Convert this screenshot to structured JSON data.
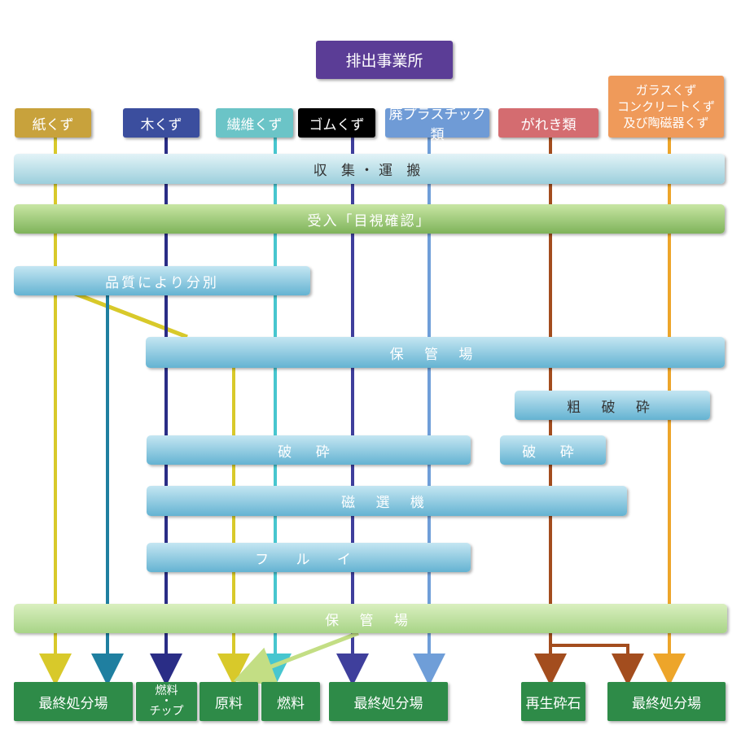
{
  "title": "排出事業所",
  "sources": [
    {
      "label": "紙くず",
      "color": "#c8a23c"
    },
    {
      "label": "木くず",
      "color": "#3b4e9e"
    },
    {
      "label": "繊維くず",
      "color": "#6bc4c7"
    },
    {
      "label": "ゴムくず",
      "color": "#000000"
    },
    {
      "label": "廃プラスチック類",
      "color": "#6f9bd6"
    },
    {
      "label": "がれき類",
      "color": "#d46c70"
    },
    {
      "label": "ガラスくず\nコンクリートくず\n及び陶磁器くず",
      "color": "#ef9a5a"
    }
  ],
  "process": {
    "collect": "収 集・運 搬",
    "receive": "受入「目視確認」",
    "sort": "品質により分別",
    "storage1": "保 管 場",
    "rough_crush": "粗 破 砕",
    "crush_left": "破 砕",
    "crush_right": "破 砕",
    "magnet": "磁 選 機",
    "sieve": "フ ル イ",
    "storage2": "保 管 場"
  },
  "outputs": {
    "landfill1": "最終処分場",
    "fuel_chip_1": "燃料",
    "fuel_chip_dot": "・",
    "fuel_chip_2": "チップ",
    "raw": "原料",
    "fuel": "燃料",
    "landfill2": "最終処分場",
    "recycled_stone": "再生砕石",
    "landfill3": "最終処分場"
  }
}
